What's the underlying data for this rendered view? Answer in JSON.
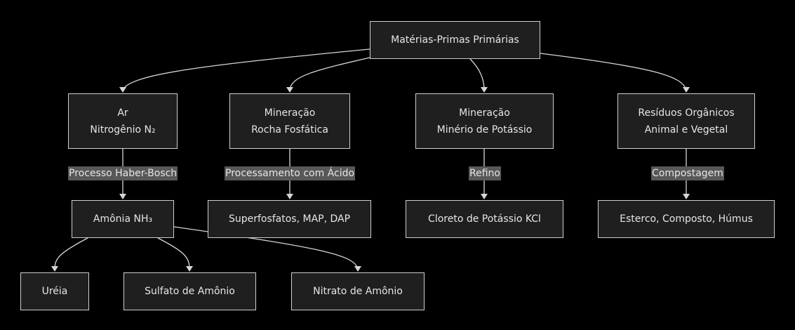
{
  "diagram": {
    "type": "flowchart",
    "nodes": {
      "root": {
        "lines": [
          "Matérias-Primas Primárias"
        ]
      },
      "ar": {
        "lines": [
          "Ar",
          "Nitrogênio N₂"
        ]
      },
      "mineracao_p": {
        "lines": [
          "Mineração",
          "Rocha Fosfática"
        ]
      },
      "mineracao_k": {
        "lines": [
          "Mineração",
          "Minério de Potássio"
        ]
      },
      "residuos": {
        "lines": [
          "Resíduos Orgânicos",
          "Animal e Vegetal"
        ]
      },
      "amonia": {
        "lines": [
          "Amônia NH₃"
        ]
      },
      "superfosfatos": {
        "lines": [
          "Superfosfatos, MAP, DAP"
        ]
      },
      "cloreto": {
        "lines": [
          "Cloreto de Potássio KCl"
        ]
      },
      "esterco": {
        "lines": [
          "Esterco, Composto, Húmus"
        ]
      },
      "ureia": {
        "lines": [
          "Uréia"
        ]
      },
      "sulfato": {
        "lines": [
          "Sulfato de Amônio"
        ]
      },
      "nitrato": {
        "lines": [
          "Nitrato de Amônio"
        ]
      }
    },
    "edge_labels": {
      "haber_bosch": "Processo Haber-Bosch",
      "acido": "Processamento com Ácido",
      "refino": "Refino",
      "compostagem": "Compostagem"
    },
    "edges": [
      [
        "root",
        "ar"
      ],
      [
        "root",
        "mineracao_p"
      ],
      [
        "root",
        "mineracao_k"
      ],
      [
        "root",
        "residuos"
      ],
      [
        "ar",
        "amonia",
        "haber_bosch"
      ],
      [
        "mineracao_p",
        "superfosfatos",
        "acido"
      ],
      [
        "mineracao_k",
        "cloreto",
        "refino"
      ],
      [
        "residuos",
        "esterco",
        "compostagem"
      ],
      [
        "amonia",
        "ureia"
      ],
      [
        "amonia",
        "sulfato"
      ],
      [
        "amonia",
        "nitrato"
      ]
    ],
    "colors": {
      "background": "#000000",
      "node_fill": "#1f1f1f",
      "node_border": "#cfcfcf",
      "text": "#e6e6e6",
      "edge": "#d6d6d6",
      "edge_label_fill": "#585858"
    }
  }
}
